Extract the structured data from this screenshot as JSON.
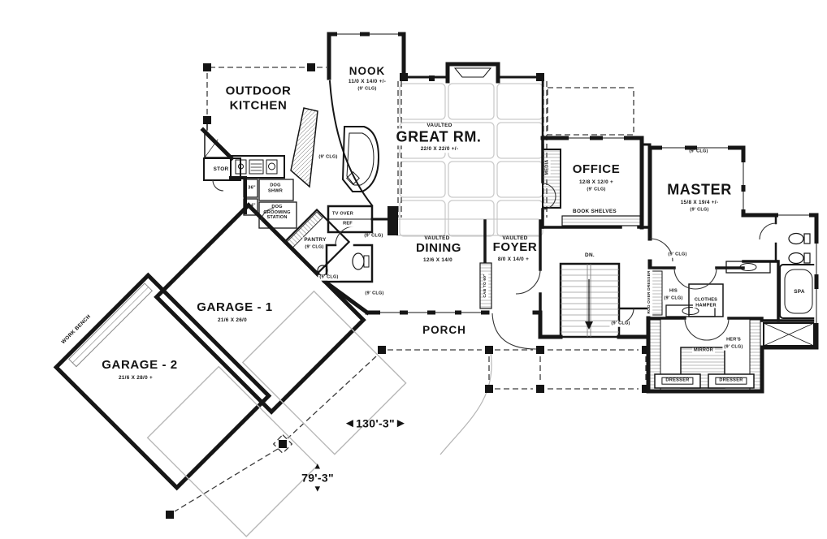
{
  "rooms": {
    "outdoor_kitchen": {
      "name": "OUTDOOR\nKITCHEN"
    },
    "nook": {
      "name": "NOOK",
      "dims": "11/0 X 14/0 +/-"
    },
    "great_room": {
      "vaulted": "VAULTED",
      "name": "GREAT RM.",
      "dims": "22/0 X 22/0 +/-"
    },
    "dining": {
      "vaulted": "VAULTED",
      "name": "DINING",
      "dims": "12/6 X 14/0"
    },
    "foyer": {
      "vaulted": "VAULTED",
      "name": "FOYER",
      "dims": "8/0 X 14/0 +"
    },
    "office": {
      "name": "OFFICE",
      "dims": "12/8 X 12/0 +"
    },
    "master": {
      "name": "MASTER",
      "dims": "15/8 X 19/4 +/-"
    },
    "garage_1": {
      "name": "GARAGE - 1",
      "dims": "21/6 X 26/0"
    },
    "garage_2": {
      "name": "GARAGE - 2",
      "dims": "21/6 X 28/0 +"
    },
    "porch": {
      "name": "PORCH"
    }
  },
  "annotations": {
    "clg_note": "(9' CLG)",
    "stor": "STOR",
    "dog_shower": "DOG\nSHWR",
    "dog_grooming": "DOG\nGROOMING\nSTATION",
    "counter_36": "36\"",
    "counter_24": "24\"",
    "tv_over": "TV OVER",
    "ref": "REF",
    "pantry": "PANTRY",
    "media": "MEDIA",
    "book_shelves": "BOOK SHELVES",
    "cab_to_60": "CAB TO 60\"",
    "dn": "DN.",
    "his_closet": "HIS",
    "hers_closet": "HER'S",
    "clothes_hamper": "CLOTHES\nHAMPER",
    "mirror": "MIRROR",
    "dresser": "DRESSER",
    "spa": "SPA",
    "rod_over_dresser": "ROD OVER DRESSER",
    "work_bench": "WORK BENCH"
  },
  "dimensions": {
    "overall_width": "130'-3\"",
    "overall_depth": "79'-3\""
  },
  "icons": {
    "arrow_left": "◀",
    "arrow_right": "▶",
    "arrow_up": "▲",
    "arrow_down": "▼"
  },
  "colors": {
    "wall": "#161616",
    "background": "#ffffff",
    "light_line": "#c9c9c9"
  }
}
